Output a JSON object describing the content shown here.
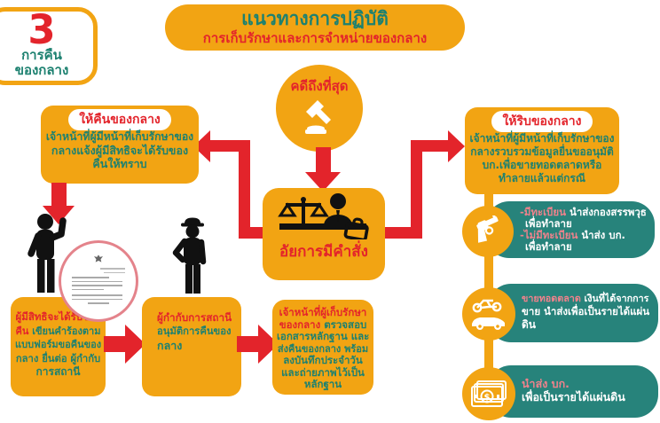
{
  "badge": {
    "number": "3",
    "label_line1": "การคืน",
    "label_line2": "ของกลาง"
  },
  "title": {
    "line1": "แนวทางการปฏิบัติ",
    "line2": "การเก็บรักษาและการจำหน่ายของกลาง"
  },
  "flow": {
    "case_final": "คดีถึงที่สุด",
    "prosecutor_order": "อัยการมีคำสั่ง",
    "return": {
      "header": "ให้คืนของกลาง",
      "lines": [
        "เจ้าหน้าที่ผู้มีหน้าที่เก็บรักษาของ",
        "กลางแจ้งผู้มีสิทธิจะได้รับของ",
        "คืนให้ทราบ"
      ]
    },
    "forfeit": {
      "header": "ให้ริบของกลาง",
      "lines": [
        "เจ้าหน้าที่ผู้มีหน้าที่เก็บรักษาของ",
        "กลางรวบรวมข้อมูลยื่นขออนุมัติ",
        "บก.เพื่อขายทอดตลาดหรือ",
        "ทำลายแล้วแต่กรณี"
      ]
    }
  },
  "steps": {
    "step1": {
      "lines": [
        {
          "red": "ผู้มีสิทธิจะได้รับของ"
        },
        {
          "red": "คืน ",
          "green": "เขียนคำร้องตาม"
        },
        {
          "green": "แบบฟอร์มขอคืนของ"
        },
        {
          "green": "กลาง ยื่นต่อ ผู้กำกับ"
        },
        {
          "green": "การสถานี"
        }
      ]
    },
    "step2": {
      "lines": [
        {
          "red": "ผู้กำกับการสถานี"
        },
        {
          "green": "อนุมัติการคืนของ"
        },
        {
          "green": "กลาง"
        }
      ]
    },
    "step3": {
      "lines": [
        {
          "red": "เจ้าหน้าที่ผู้เก็บรักษา"
        },
        {
          "red": "ของกลาง ",
          "green": "ตรวจสอบ"
        },
        {
          "green": "เอกสารหลักฐาน และ"
        },
        {
          "green": "ส่งคืนของกลาง พร้อม"
        },
        {
          "green": "ลงบันทึกประจำวัน"
        },
        {
          "green": "และถ่ายภาพไว้เป็น"
        },
        {
          "green": "หลักฐาน"
        }
      ]
    }
  },
  "disposal": {
    "item1": {
      "icon": "gun-icon",
      "lines": [
        {
          "pink": "-มีทะเบียน ",
          "white": "นำส่งกองสรรพวุธ"
        },
        {
          "white": "เพื่อทำลาย"
        },
        {
          "pink": "-ไม่มีทะเบียน ",
          "white": "นำส่ง บก."
        },
        {
          "white": "เพื่อทำลาย"
        }
      ]
    },
    "item2": {
      "icon": "vehicles-icon",
      "lines": [
        {
          "pink": "ขายทอดตลาด ",
          "white": "เงินที่ได้จากการ"
        },
        {
          "white": "ขาย นำส่งเพื่อเป็นรายได้แผ่น"
        },
        {
          "white": "ดิน"
        }
      ]
    },
    "item3": {
      "icon": "banknote-icon",
      "lines": [
        {
          "pink": "นำส่ง บก."
        },
        {
          "white": "เพื่อเป็นรายได้แผ่นดิน"
        }
      ]
    }
  },
  "colors": {
    "yellow": "#F2A413",
    "teal": "#27837B",
    "red": "#E3242B",
    "green": "#1D8170",
    "pink": "#EF828C"
  }
}
